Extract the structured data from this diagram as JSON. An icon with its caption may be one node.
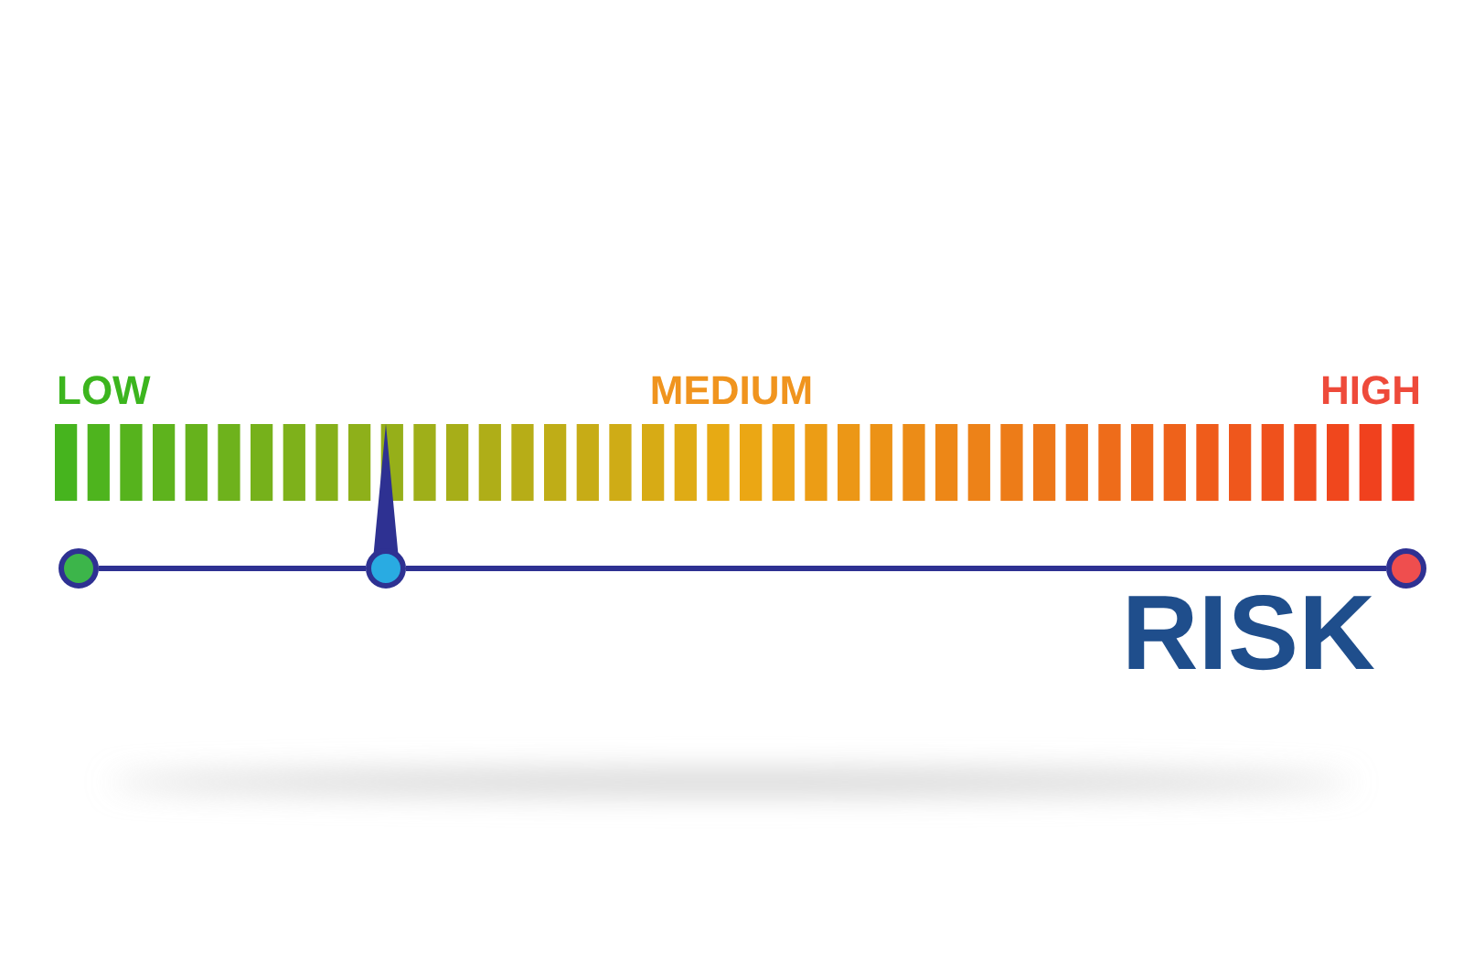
{
  "diagram": {
    "nodes": [
      {
        "text": [],
        "shape": "circle"
      },
      {
        "text": [],
        "shape": "circle"
      },
      {
        "text": [],
        "shape": "circle"
      }
    ],
    "edges": [
      {
        "from": 0,
        "to": 1,
        "arrow": "none"
      },
      {
        "from": 1,
        "to": 2,
        "arrow": "none"
      }
    ],
    "labels": [
      "LOW",
      "MEDIUM",
      "HIGH",
      "RISK"
    ]
  }
}
